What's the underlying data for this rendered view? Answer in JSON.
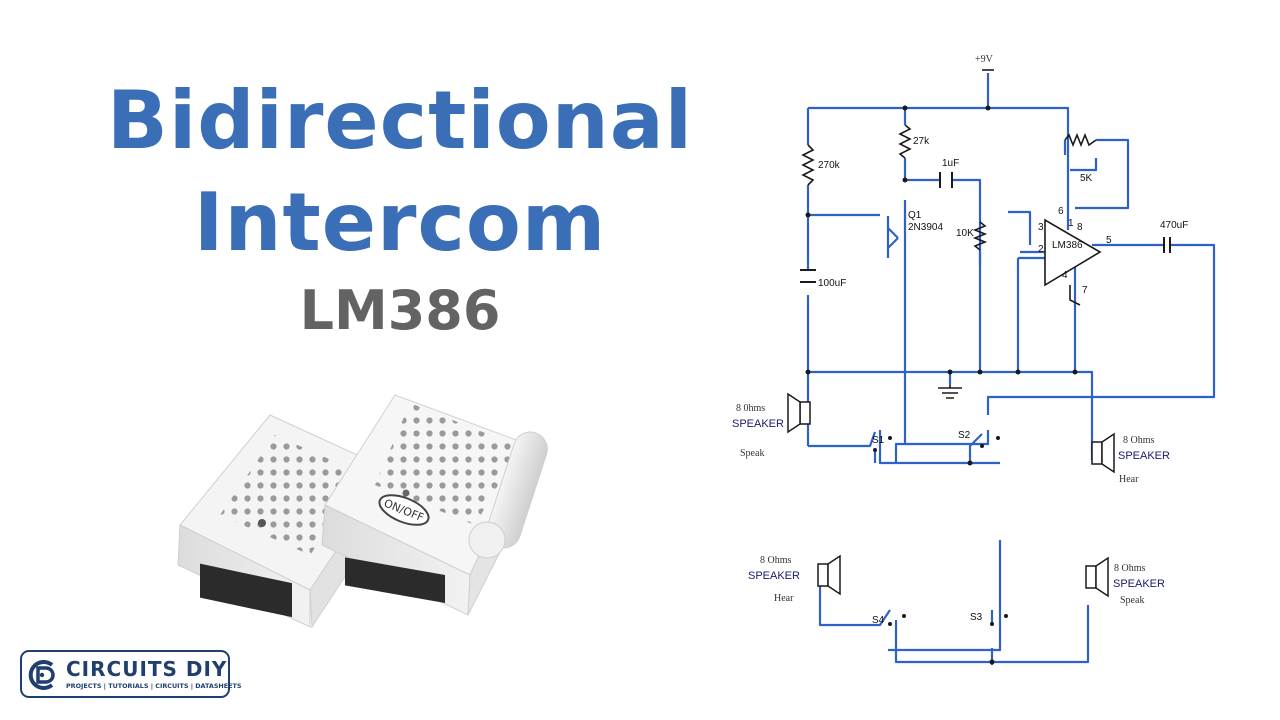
{
  "title": {
    "line1": "Bidirectional",
    "line2": "Intercom",
    "subtitle": "LM386"
  },
  "product": {
    "device_label": "ON/OFF"
  },
  "logo": {
    "name": "CIRCUITS DIY",
    "tagline": "PROJECTS | TUTORIALS | CIRCUITS | DATASHEETS"
  },
  "schematic": {
    "supply": "+9V",
    "r_bias": "270k",
    "r_collector": "27k",
    "c_coupling": "1uF",
    "q1_ref": "Q1",
    "q1_part": "2N3904",
    "pot_volume": "10K",
    "pot_gain": "5K",
    "c_bypass": "100uF",
    "amp": "LM386",
    "c_output": "470uF",
    "pin1": "1",
    "pin2": "2",
    "pin3": "3",
    "pin4": "4",
    "pin5": "5",
    "pin6": "6",
    "pin7": "7",
    "pin8": "8",
    "spk_left_ohms": "8 0hms",
    "spk_left_name": "SPEAKER",
    "spk_left_role": "Speak",
    "spk_right_ohms": "8 Ohms",
    "spk_right_name": "SPEAKER",
    "spk_right_role": "Hear",
    "sw1": "S1",
    "sw2": "S2",
    "lower_left_ohms": "8 Ohms",
    "lower_left_name": "SPEAKER",
    "lower_left_role": "Hear",
    "lower_right_ohms": "8 Ohms",
    "lower_right_name": "SPEAKER",
    "lower_right_role": "Speak",
    "sw3": "S3",
    "sw4": "S4"
  },
  "colors": {
    "title_blue": "#3a6fb8",
    "subtitle_gray": "#636363",
    "wire_blue": "#2f62c9",
    "logo_navy": "#1f3f6e"
  }
}
